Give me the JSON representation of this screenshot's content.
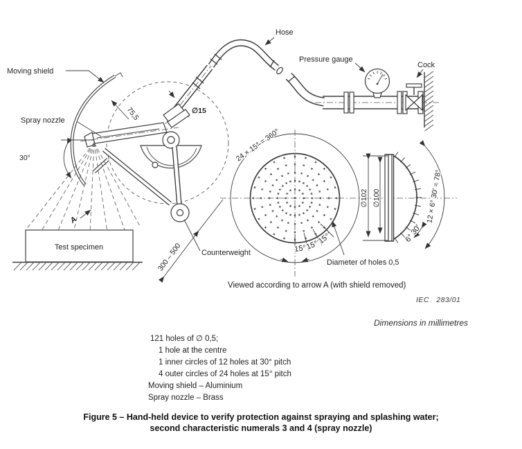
{
  "colors": {
    "line": "#3c3c3c",
    "text": "#1f1f1f",
    "background": "#ffffff"
  },
  "diagram": {
    "labels": {
      "moving_shield": "Moving shield",
      "spray_nozzle": "Spray nozzle",
      "hose": "Hose",
      "pressure_gauge": "Pressure gauge",
      "cock": "Cock",
      "tube_diameter": "∅15",
      "shield_radius": "75,5",
      "spray_angle": "30°",
      "view_arrow": "A",
      "test_specimen": "Test specimen",
      "distance_range": "300 – 500",
      "counterweight": "Counterweight",
      "holes_arc": "24 × 15° = 360°",
      "pitch_1": "15°",
      "pitch_2": "15°",
      "pitch_3": "15°",
      "holes_diameter": "Diameter of holes 0,5",
      "outer_diameter": "∅102",
      "inner_diameter": "∅100",
      "tick_pitch": "6° 30′",
      "side_arc": "12 × 6° 30′ = 78°"
    },
    "view_note": "Viewed according to arrow A (with shield removed)",
    "iec_ref": "IEC   283/01",
    "dimensions_note": "Dimensions in millimetres"
  },
  "notes": [
    "121 holes of ∅ 0,5;",
    "1 hole at the centre",
    "1 inner circles of 12 holes at 30° pitch",
    "4 outer circles of 24 holes at 15° pitch",
    "Moving shield – Aluminium",
    "Spray nozzle – Brass"
  ],
  "caption": {
    "line1": "Figure 5 – Hand-held device to verify protection against spraying and splashing water;",
    "line2": "second characteristic numerals 3 and 4 (spray nozzle)"
  }
}
